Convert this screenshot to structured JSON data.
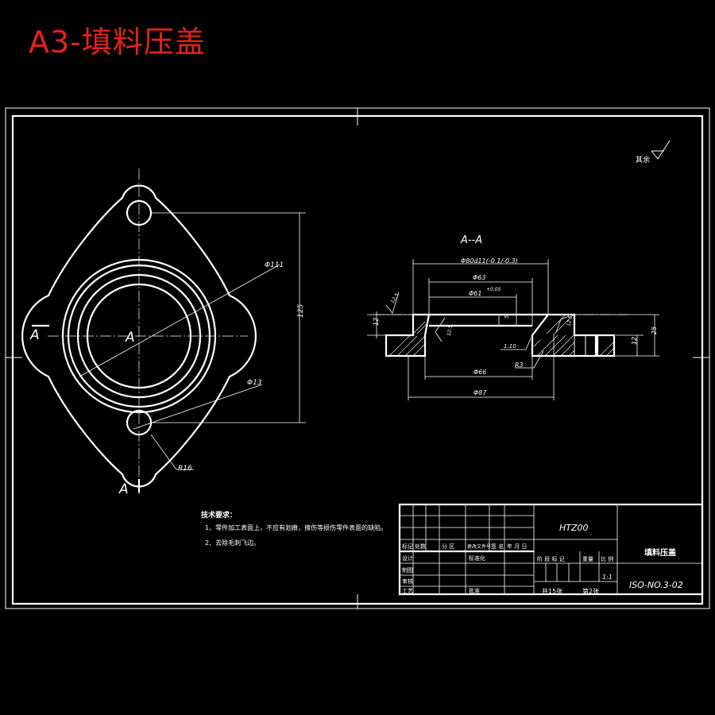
{
  "sheet_title": "A3-填料压盖",
  "roughness_note": "其余",
  "front_view": {
    "section_mark_left": "A",
    "section_mark_center": "A",
    "section_mark_bottom": "A",
    "dim_outer_dia": "Φ111",
    "dim_span": "125",
    "dim_hole_dia": "Φ13",
    "dim_radius": "R16"
  },
  "section_view": {
    "title": "A--A",
    "dim_top": "Φ80d11(-0.1/-0.3)",
    "dim_63": "Φ63",
    "dim_61": "Φ61",
    "dim_61_tol": "+0.05",
    "dim_66": "Φ66",
    "dim_87": "Φ87",
    "dim_r3": "R3",
    "dim_taper": "1:10",
    "dim_12_left": "12",
    "dim_12_right": "12",
    "dim_25": "25",
    "dim_5": "5",
    "rough_1": "12.5",
    "rough_2": "12.5",
    "rough_3": "12.5"
  },
  "notes": {
    "heading": "技术要求：",
    "items": [
      "1、零件加工表面上，不应有划痕，擦伤等损伤零件表面的缺陷。",
      "2、去除毛刺飞边。"
    ]
  },
  "title_block": {
    "material": "HTZ00",
    "part_name": "填料压盖",
    "drawing_no": "ISO-NO.3-02",
    "scale": "1:1",
    "sheets_total": "共15张",
    "sheet_no": "第2张",
    "col_mark": "标记",
    "col_count": "处数",
    "col_zone": "分 区",
    "col_doc": "更改文件号",
    "col_sign": "签 名",
    "col_date": "年 月 日",
    "row_design": "设计",
    "row_standard": "标准化",
    "row_draw": "制图",
    "row_check": "审核",
    "row_process": "工艺",
    "row_approve": "批准",
    "stage_label": "阶 段 标 记",
    "weight_label": "重量",
    "scale_label": "比 例"
  }
}
